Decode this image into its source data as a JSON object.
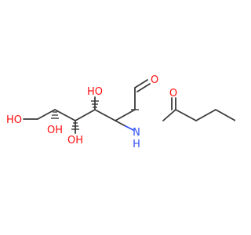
{
  "molecule": {
    "colors": {
      "bond": "#3a3a3a",
      "oxygen": "#ff0d0d",
      "nitrogen": "#3050f8"
    },
    "labels": {
      "ald_o": "O",
      "amide_o": "O",
      "nh_n": "N",
      "nh_h": "H",
      "oh3": "HO",
      "oh4": "OH",
      "oh5": "OH",
      "oh6": "HO"
    }
  }
}
